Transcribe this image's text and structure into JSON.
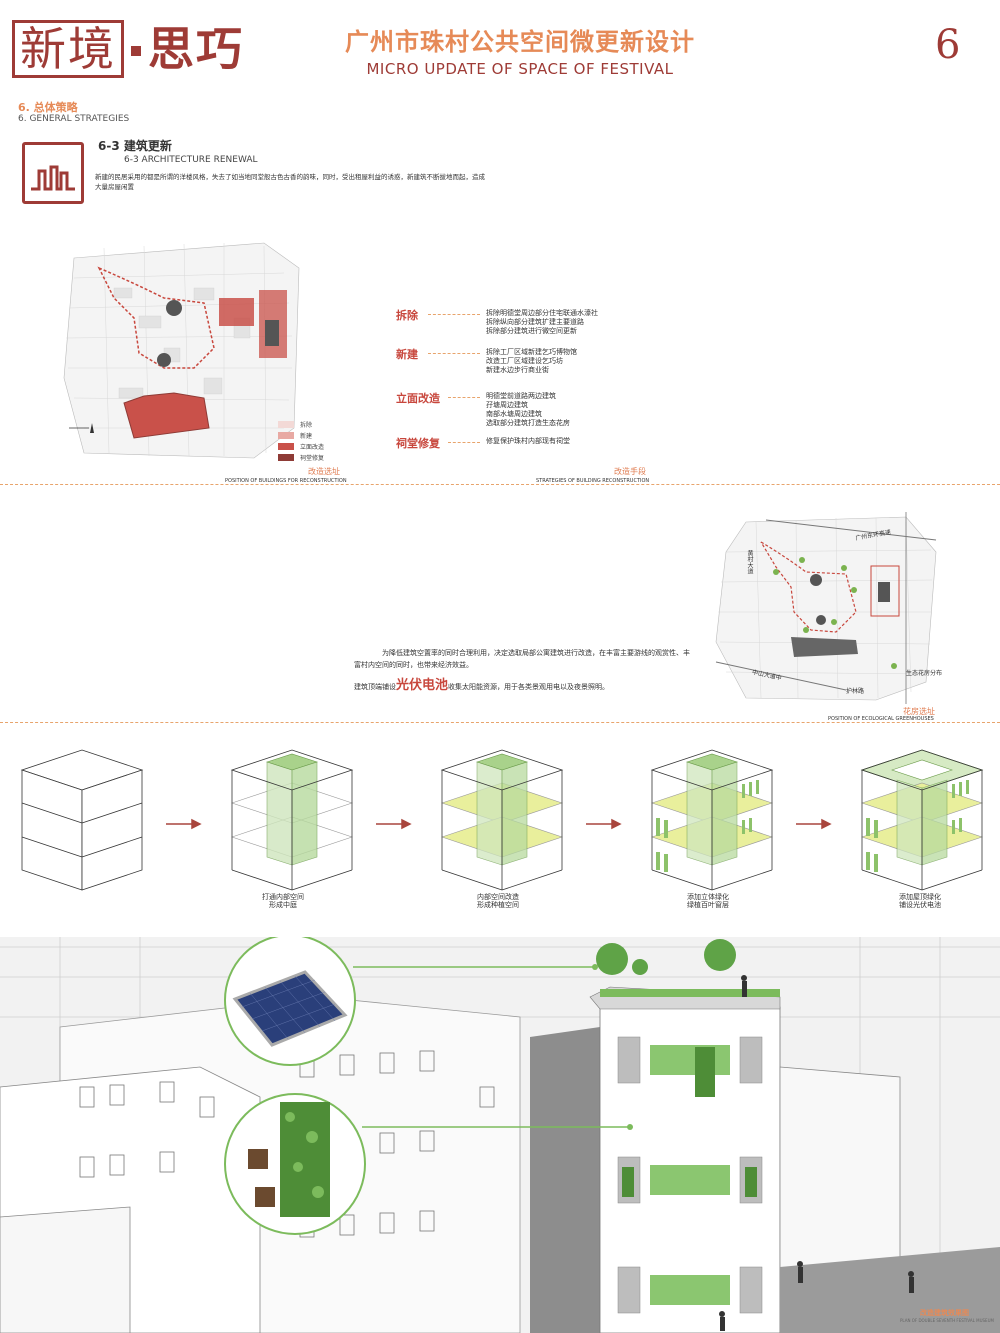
{
  "header": {
    "logo_left": "新境",
    "logo_right": "思巧",
    "title_cn": "广州市珠村公共空间微更新设计",
    "title_en": "MICRO UPDATE OF SPACE OF FESTIVAL",
    "page_number": "6"
  },
  "section": {
    "title_cn": "6. 总体策略",
    "title_en": "6. GENERAL STRATEGIES"
  },
  "subsection": {
    "title_cn": "6-3  建筑更新",
    "title_en": "6-3 ARCHITECTURE RENEWAL",
    "intro": "新建的民居采用的都是所谓的洋楼风格，失去了如当地同堂般古色古香的韵味，同时，受出租屋利益的诱惑，新建筑不断拔地而起，造成大量房屋闲置"
  },
  "map1": {
    "legend": [
      {
        "label": "拆除",
        "color": "#f3d9d6"
      },
      {
        "label": "新建",
        "color": "#e8a9a3"
      },
      {
        "label": "立面改造",
        "color": "#c9514a"
      },
      {
        "label": "祠堂修复",
        "color": "#8e3b36"
      }
    ],
    "caption_cn": "改造选址",
    "caption_en": "POSITION OF BUILDINGS FOR RECONSTRUCTION"
  },
  "strategies": {
    "items": [
      {
        "heading": "拆除",
        "lines": [
          "拆除明德堂周边部分住宅联通水濠社",
          "拆除纵向部分建筑扩建主要道路",
          "拆除部分建筑进行微空间更新"
        ]
      },
      {
        "heading": "新建",
        "lines": [
          "拆除工厂区域新建乞巧博物馆",
          "改造工厂区域建设乞巧坊",
          "新建水边步行商业街"
        ]
      },
      {
        "heading": "立面改造",
        "lines": [
          "明德堂前道路两边建筑",
          "孖塘周边建筑",
          "南部水塘周边建筑",
          "选取部分建筑打造生态花房"
        ]
      },
      {
        "heading": "祠堂修复",
        "lines": [
          "修复保护珠村内部现有祠堂"
        ]
      }
    ],
    "caption_cn": "改造手段",
    "caption_en": "STRATEGIES OF BUILDING RECONSTRUCTION"
  },
  "greenhouse": {
    "para": "为降低建筑空置率的同时合理利用，决定选取局部公寓建筑进行改造，在丰富主要游线的观赏性、丰富村内空间的同时，也带来经济效益。",
    "pv_prefix": "建筑顶端铺设",
    "pv_highlight": "光伏电池",
    "pv_suffix": "收集太阳能资源，用于各类景观用电以及夜景照明。",
    "map_labels": {
      "road1": "广州东环高速",
      "road2": "黄村大道",
      "road3": "中山大道中",
      "road4": "护林路",
      "legend": "生态花房分布"
    },
    "caption_cn": "花房选址",
    "caption_en": "POSITION OF ECOLOGICAL GREENHOUSES"
  },
  "steps": [
    {
      "l1": "打通内部空间",
      "l2": "形成中庭"
    },
    {
      "l1": "内部空间改造",
      "l2": "形成种植空间"
    },
    {
      "l1": "添加立体绿化",
      "l2": "绿植百叶窗层"
    },
    {
      "l1": "添加屋顶绿化",
      "l2": "铺设光伏电池"
    }
  ],
  "render": {
    "watermark_cn": "改造建筑效果图",
    "watermark_en": "PLAN OF DOUBLE SEVENTH FESTIVAL MUSEUM"
  },
  "colors": {
    "brand": "#9e3b36",
    "accent": "#e68a57",
    "red": "#c8473d",
    "green": "#8dc26a",
    "yellow": "#e9ef9c"
  }
}
